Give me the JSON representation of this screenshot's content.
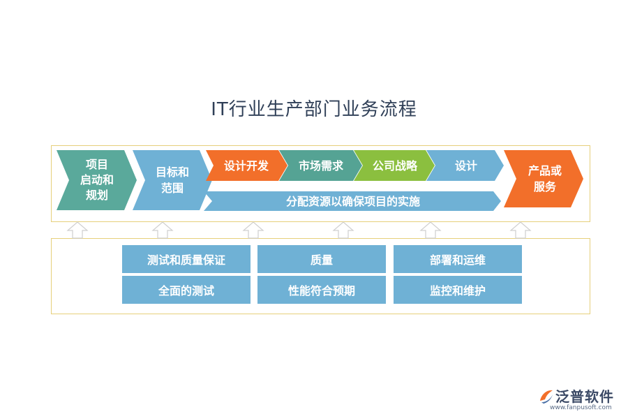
{
  "title": "IT行业生产部门业务流程",
  "flow": {
    "stages": [
      {
        "lines": [
          "项目",
          "启动和",
          "规划"
        ],
        "color": "#5aa99b"
      },
      {
        "lines": [
          "目标和",
          "范围"
        ],
        "color": "#6fb1d5"
      },
      {
        "lines": [
          "设计开发"
        ],
        "color": "#f26f2a"
      },
      {
        "lines": [
          "市场需求"
        ],
        "color": "#55a394"
      },
      {
        "lines": [
          "公司战略"
        ],
        "color": "#8bbf3f"
      },
      {
        "lines": [
          "设计"
        ],
        "color": "#6fb1d5"
      },
      {
        "lines": [
          "产品或",
          "服务"
        ],
        "color": "#f26f2a"
      }
    ],
    "implementation_bar": "分配资源以确保项目的实施"
  },
  "activities": [
    [
      "测试和质量保证",
      "全面的测试"
    ],
    [
      "质量",
      "性能符合预期"
    ],
    [
      "部署和运维",
      "监控和维护"
    ]
  ],
  "logo": {
    "name": "泛普软件",
    "url": "www.fanpusoft.com"
  }
}
